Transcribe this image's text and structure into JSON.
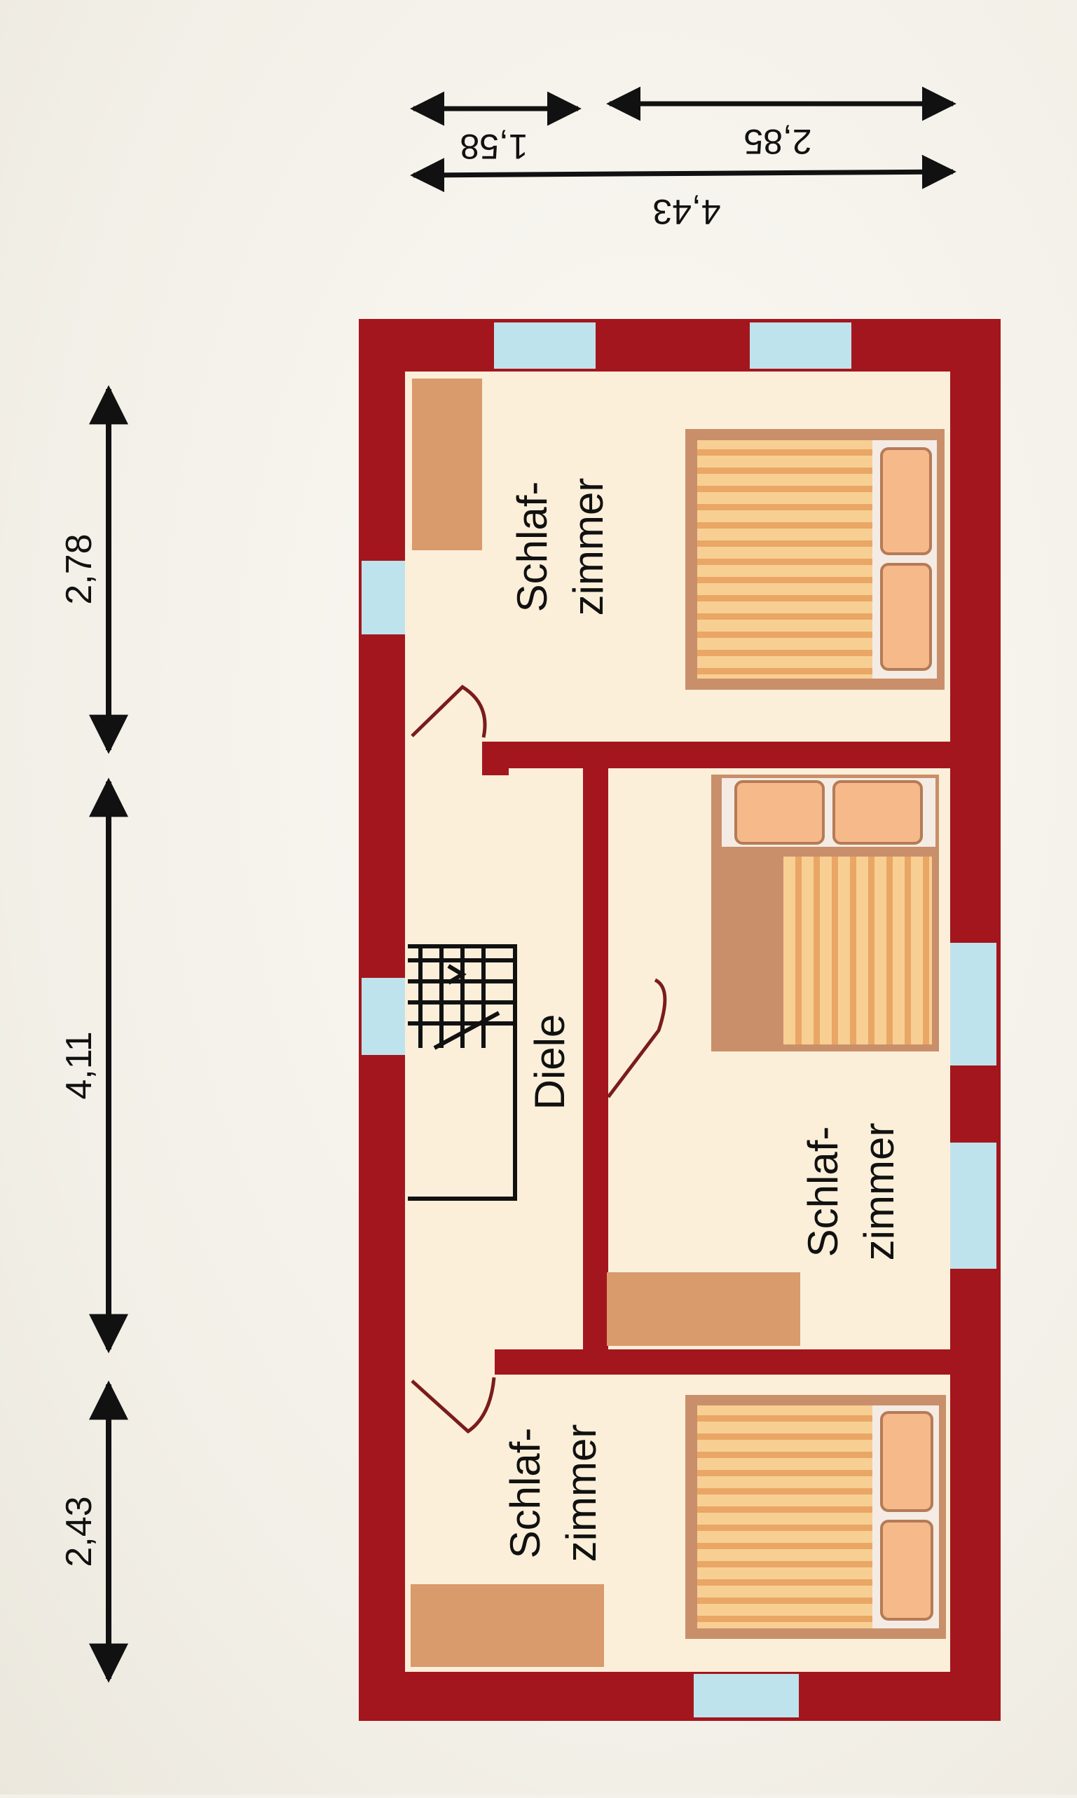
{
  "dimensions": {
    "left_column": [
      "2,78",
      "4,11",
      "2,43"
    ],
    "top_row_upper": [
      "1,58",
      "2,85"
    ],
    "top_row_lower": "4,43"
  },
  "rooms": {
    "bedroom_top": [
      "Schlaf-",
      "zimmer"
    ],
    "hall": "Diele",
    "bedroom_middle": [
      "Schlaf-",
      "zimmer"
    ],
    "bedroom_bottom": [
      "Schlaf-",
      "zimmer"
    ]
  },
  "colors": {
    "wall": "#a4161d",
    "floor": "#fbefd9",
    "window": "#bfe3ec",
    "furniture": "#d99a6c",
    "bed_frame": "#c98f6b",
    "bed_stripes": "#f6c37f",
    "dimension_line": "#111111"
  }
}
